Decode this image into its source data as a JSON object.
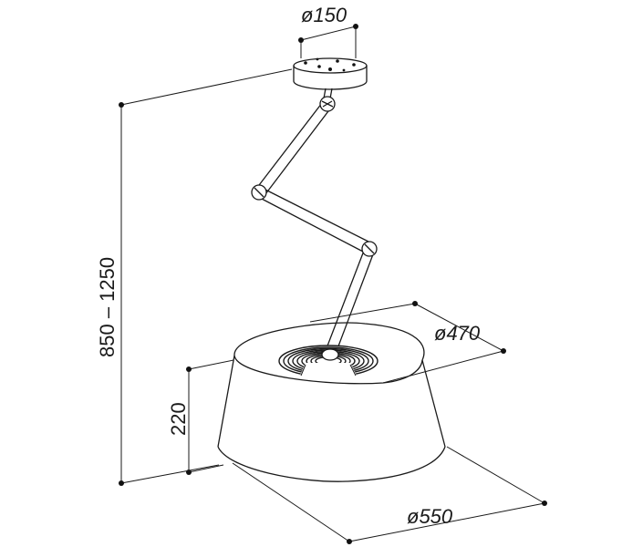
{
  "dimensions": {
    "canopy_diameter": "ø150",
    "inner_diameter": "ø470",
    "outer_diameter": "ø550",
    "shade_height": "220",
    "total_height": "850 – 1250"
  },
  "colors": {
    "line": "#1a1a1a",
    "background": "#ffffff"
  }
}
